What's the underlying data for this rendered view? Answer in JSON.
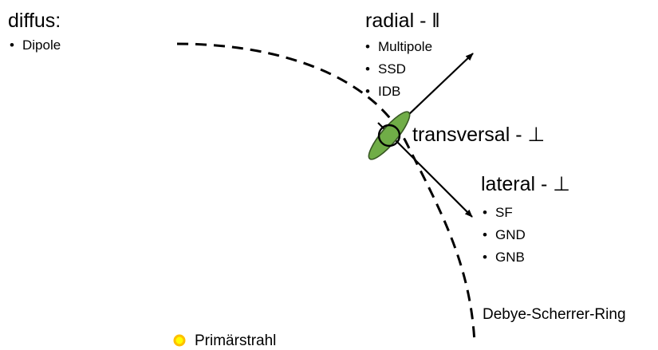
{
  "diffus": {
    "title": "diffus:",
    "bullet": "•",
    "items": [
      "Dipole"
    ]
  },
  "radial": {
    "title": "radial - ‖",
    "bullet": "•",
    "items": [
      "Multipole",
      "SSD",
      "IDB"
    ]
  },
  "transversal": {
    "title": "transversal - ⊥"
  },
  "lateral": {
    "title": "lateral - ⊥",
    "bullet": "•",
    "items": [
      "SF",
      "GND",
      "GNB"
    ]
  },
  "ring": {
    "label": "Debye-Scherrer-Ring"
  },
  "primary_beam": {
    "label": "Primärstrahl"
  },
  "colors": {
    "ring": "#000000",
    "ellipse_fill": "#70ad47",
    "ellipse_stroke": "#375623",
    "beam_fill": "#ffff00",
    "beam_stroke": "#ffc000"
  }
}
